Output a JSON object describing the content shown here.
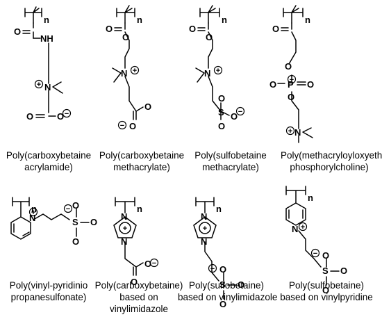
{
  "labels": {
    "n": "n",
    "plus": "+",
    "minus": "−"
  },
  "atoms": {
    "O": "O",
    "NH": "NH",
    "N": "N",
    "S": "S",
    "P": "P"
  },
  "captions": [
    [
      "Poly(carboxybetaine",
      "acrylamide)"
    ],
    [
      "Poly(carboxybetaine",
      "methacrylate)"
    ],
    [
      "Poly(sulfobetaine",
      "methacrylate)"
    ],
    [
      "Poly(methacryloyloxyethyl",
      "phosphorylcholine)"
    ],
    [
      "Poly(vinyl-pyridinio",
      "propanesulfonate)"
    ],
    [
      "Poly(carboxybetaine)",
      "based on",
      "vinylimidazole"
    ],
    [
      "Poly(sulfobetaine)",
      "based on vinylimidazole"
    ],
    [
      "Poly(sulfobetaine)",
      "based on vinylpyridine"
    ]
  ]
}
